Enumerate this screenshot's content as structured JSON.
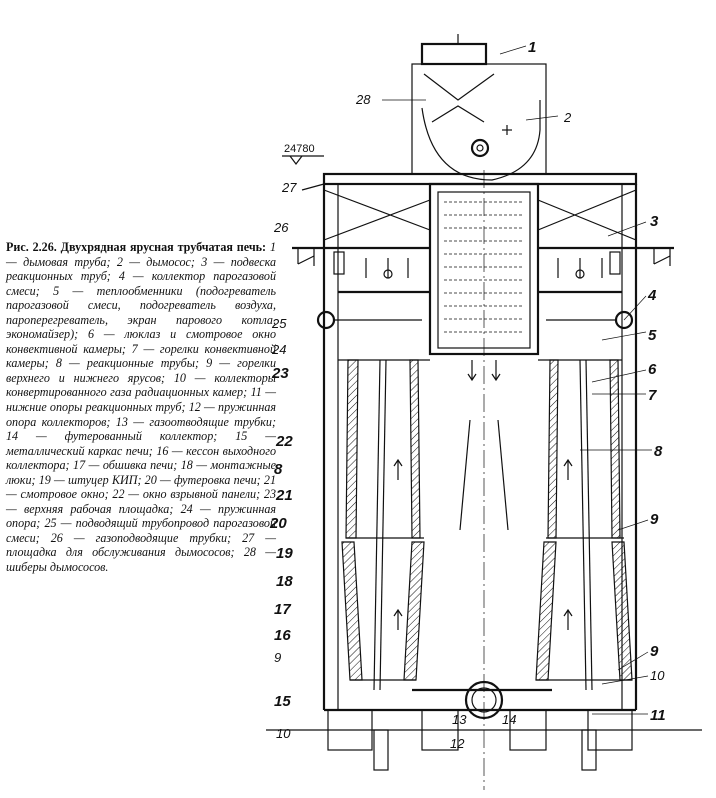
{
  "caption": {
    "heading": "Рис. 2.26. Двухрядная ярусная трубчатая печь:",
    "body": "1 — дымовая труба; 2 — дымосос; 3 — подвеска реакционных труб; 4 — коллектор парогазовой смеси; 5 — теплообменники (подогреватель парогазовой смеси, подогреватель воздуха, пароперегреватель, экран парового котла, экономайзер); 6 — люклаз и смотровое окно конвективной камеры; 7 — горелки конвективной камеры; 8 — реакционные трубы; 9 — горелки верхнего и нижнего ярусов; 10 — коллекторы конвертированного газа радиационных камер; 11 — нижние опоры реакционных труб; 12 — пружинная опора коллекторов; 13 — газоотводящие трубки; 14 — футерованный коллектор; 15 — металлический каркас печи; 16 — кессон выходного коллектора; 17 — обшивка печи; 18 — монтажные люки; 19 — штуцер КИП; 20 — футеровка печи; 21 — смотровое окно; 22 — окно взрывной панели; 23 — верхняя рабочая площадка; 24 — пружинная опора; 25 — подводящий трубопровод парогазовой смеси; 26 — газоподводящие трубки; 27 — площадка для обслуживания дымососов; 28 — шиберы дымососов."
  },
  "drawing": {
    "elevation_mark": "24780",
    "labels": {
      "n1": "1",
      "n2": "2",
      "n3": "3",
      "n4": "4",
      "n5": "5",
      "n6": "6",
      "n7": "7",
      "n8a": "8",
      "n8b": "8",
      "n9a": "9",
      "n9b": "9",
      "n9c": "9",
      "n10a": "10",
      "n10b": "10",
      "n11": "11",
      "n12": "12",
      "n13": "13",
      "n14": "14",
      "n15": "15",
      "n16": "16",
      "n17": "17",
      "n18": "18",
      "n19": "19",
      "n20": "20",
      "n21": "21",
      "n22": "22",
      "n23": "23",
      "n24": "24",
      "n25": "25",
      "n26": "26",
      "n27": "27",
      "n28": "28"
    }
  }
}
